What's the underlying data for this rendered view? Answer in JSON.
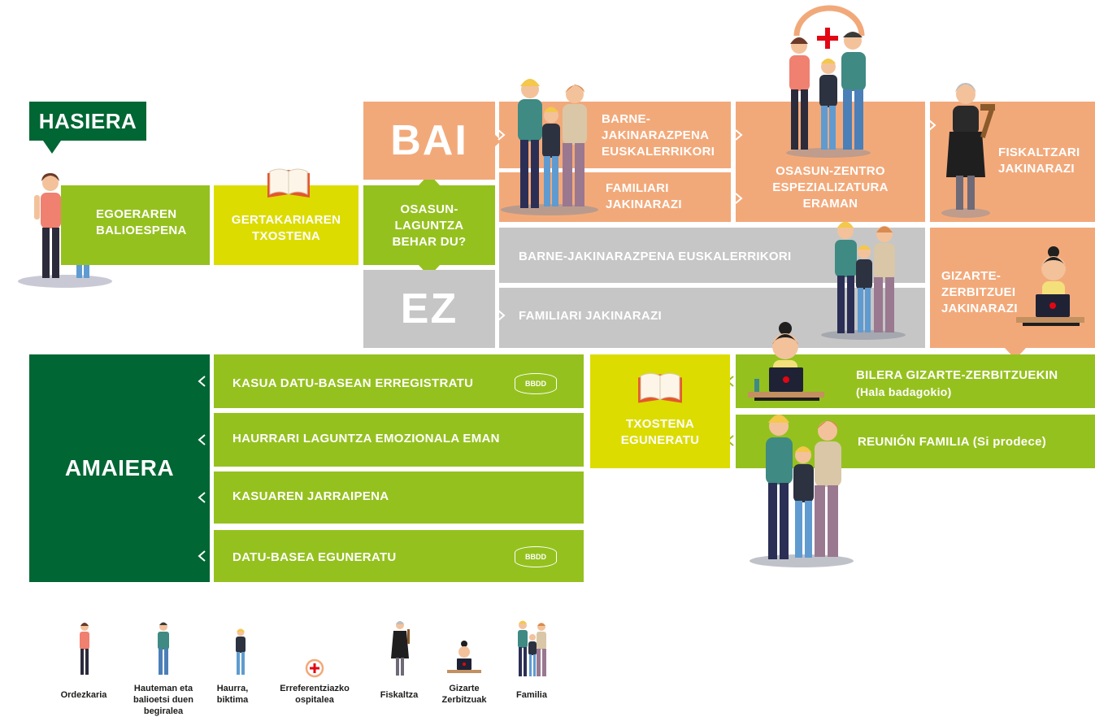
{
  "start": {
    "label": "HASIERA"
  },
  "end": {
    "label": "AMAIERA"
  },
  "steps": {
    "assessment": "EGOERAREN BALIOESPENA",
    "incident_report": "GERTAKARIAREN TXOSTENA",
    "needs_health_care": "OSASUN-LAGUNTZA BEHAR DU?"
  },
  "yes_branch": {
    "label": "BAI",
    "internal_notice": "BARNE-JAKINARAZPENA EUSKALERRIKORI",
    "notify_family": "FAMILIARI JAKINARAZI",
    "specialized_center": "OSASUN-ZENTRO ESPEZIALIZATURA ERAMAN",
    "notify_prosecutor": "FISKALTZARI JAKINARAZI"
  },
  "no_branch": {
    "label": "EZ",
    "internal_notice": "BARNE-JAKINARAZPENA EUSKALERRIKORI",
    "notify_family": "FAMILIARI JAKINARAZI",
    "notify_social_services": "GIZARTE-ZERBITZUEI JAKINARAZI"
  },
  "followup": {
    "social_meeting": "BILERA GIZARTE-ZERBITZUEKIN",
    "social_meeting_note": "(Hala badagokio)",
    "family_meeting": "REUNIÓN FAMILIA (Si prodece)",
    "update_report": "TXOSTENA EGUNERATU"
  },
  "closing": {
    "register_case": "KASUA DATU-BASEAN ERREGISTRATU",
    "emotional_support": "HAURRARI LAGUNTZA EMOZIONALA EMAN",
    "follow_case": "KASUAREN JARRAIPENA",
    "update_db": "DATU-BASEA EGUNERATU",
    "db_badge": "BBDD"
  },
  "legend": [
    {
      "icon": "representative-figure-icon",
      "label": "Ordezkaria"
    },
    {
      "icon": "supervisor-figure-icon",
      "label": "Hauteman eta balioetsi duen begiralea"
    },
    {
      "icon": "child-victim-figure-icon",
      "label": "Haurra, biktima"
    },
    {
      "icon": "hospital-cross-icon",
      "label": "Erreferentziazko ospitalea"
    },
    {
      "icon": "prosecutor-figure-icon",
      "label": "Fiskaltza"
    },
    {
      "icon": "social-services-figure-icon",
      "label": "Gizarte Zerbitzuak"
    },
    {
      "icon": "family-group-icon",
      "label": "Familia"
    }
  ],
  "colors": {
    "green": "#95c11f",
    "yellow": "#dcdc00",
    "dark_green": "#006633",
    "orange": "#f2a97a",
    "grey": "#c6c6c6",
    "cross_red": "#e30613"
  }
}
